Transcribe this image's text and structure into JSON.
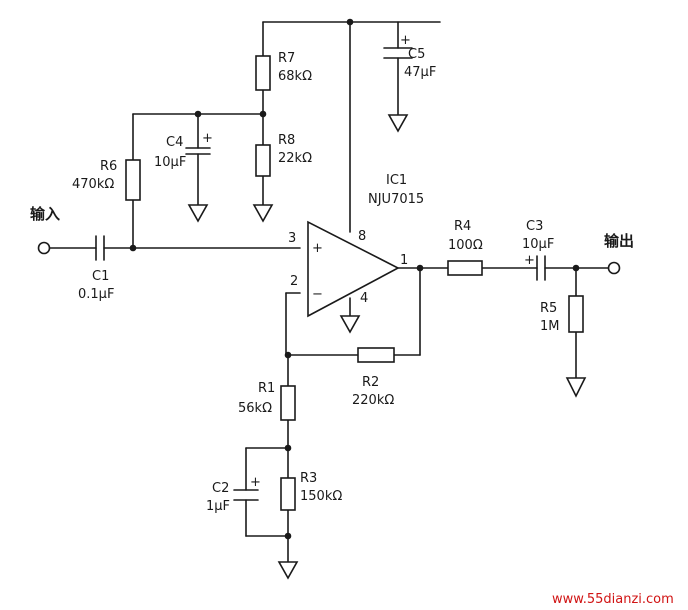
{
  "terminals": {
    "input_label": "输入",
    "output_label": "输出"
  },
  "ic": {
    "name": "IC1",
    "part": "NJU7015",
    "pin_noninv": "3",
    "pin_inv": "2",
    "pin_out": "1",
    "pin_vcc": "8",
    "pin_gnd": "4",
    "plus": "+",
    "minus": "−"
  },
  "components": {
    "R7": {
      "ref": "R7",
      "value": "68kΩ"
    },
    "R8": {
      "ref": "R8",
      "value": "22kΩ"
    },
    "R6": {
      "ref": "R6",
      "value": "470kΩ"
    },
    "C4": {
      "ref": "C4",
      "value": "10μF"
    },
    "C5": {
      "ref": "C5",
      "value": "47μF"
    },
    "C1": {
      "ref": "C1",
      "value": "0.1μF"
    },
    "R4": {
      "ref": "R4",
      "value": "100Ω"
    },
    "C3": {
      "ref": "C3",
      "value": "10μF"
    },
    "R5": {
      "ref": "R5",
      "value": "1M"
    },
    "R2": {
      "ref": "R2",
      "value": "220kΩ"
    },
    "R1": {
      "ref": "R1",
      "value": "56kΩ"
    },
    "C2": {
      "ref": "C2",
      "value": "1μF"
    },
    "R3": {
      "ref": "R3",
      "value": "150kΩ"
    }
  },
  "polarity_mark": "+",
  "watermark": "www.55dianzi.com",
  "colors": {
    "ink": "#1a1a1a",
    "watermark": "#d11414",
    "background": "#ffffff"
  }
}
